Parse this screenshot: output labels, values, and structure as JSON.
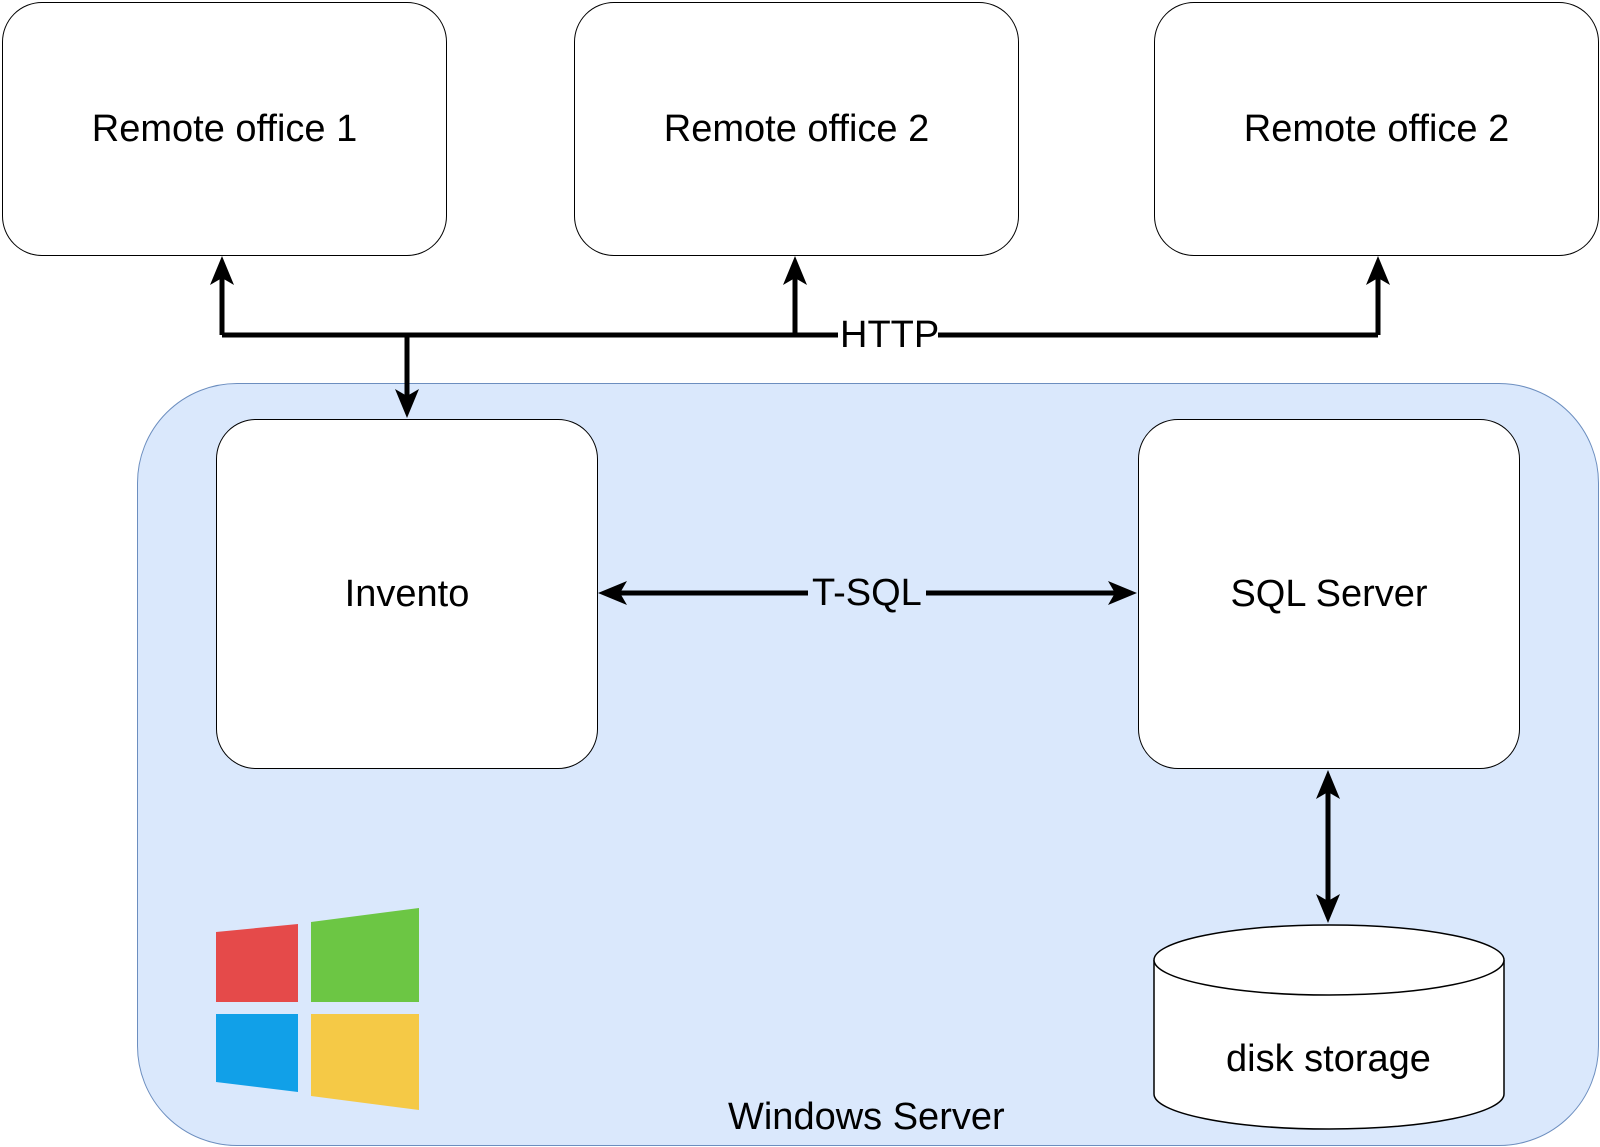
{
  "diagram": {
    "remote_offices": [
      {
        "label": "Remote office 1"
      },
      {
        "label": "Remote office 2"
      },
      {
        "label": "Remote office 2"
      }
    ],
    "server": {
      "label": "Windows Server"
    },
    "nodes": {
      "app": {
        "label": "Invento"
      },
      "db": {
        "label": "SQL Server"
      },
      "storage": {
        "label": "disk storage"
      }
    },
    "edges": {
      "http": {
        "label": "HTTP"
      },
      "tsql": {
        "label": "T-SQL"
      }
    },
    "logo": {
      "icon": "windows-logo-icon",
      "colors": [
        "#e54a4a",
        "#6cc644",
        "#11a0e8",
        "#f5c946"
      ]
    },
    "colors": {
      "container_fill": "#dae8fc",
      "container_stroke": "#6c8ebf"
    }
  }
}
